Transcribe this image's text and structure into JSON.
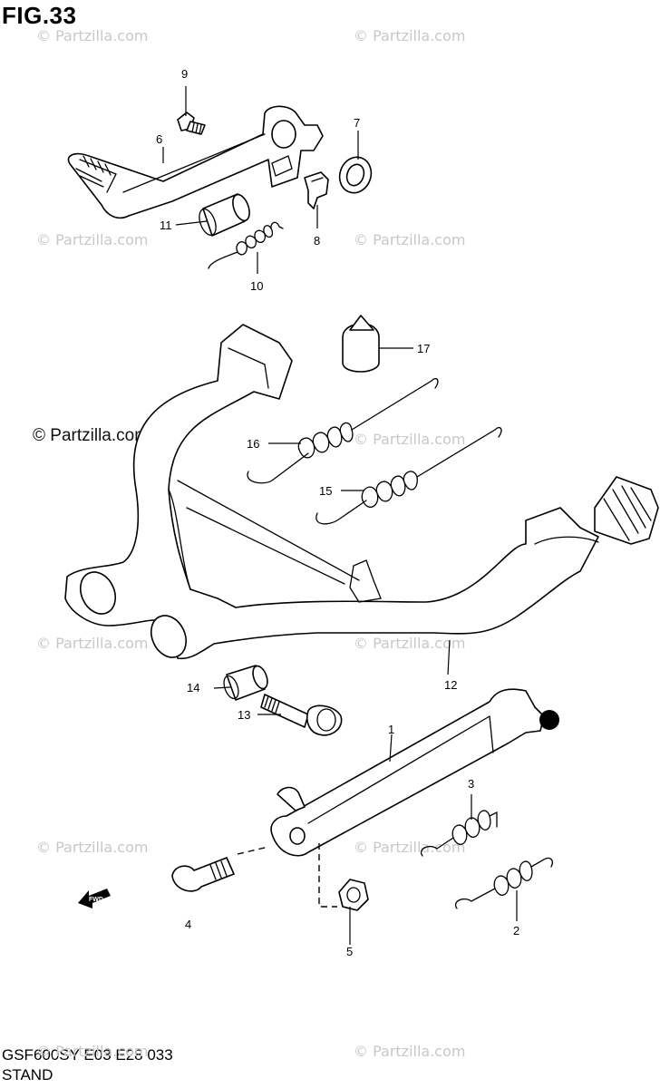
{
  "figure": {
    "title": "FIG.33"
  },
  "footer": {
    "model_code": "GSF600SY E03 E28 033",
    "section_name": "STAND"
  },
  "watermark": {
    "text": "© Partzilla.com",
    "visible_text": "© Partzilla.com"
  },
  "fwd_arrow": {
    "label": "FWD"
  },
  "parts": [
    {
      "label": "1"
    },
    {
      "label": "2"
    },
    {
      "label": "3"
    },
    {
      "label": "4"
    },
    {
      "label": "5"
    },
    {
      "label": "6"
    },
    {
      "label": "7"
    },
    {
      "label": "8"
    },
    {
      "label": "9"
    },
    {
      "label": "10"
    },
    {
      "label": "11"
    },
    {
      "label": "12"
    },
    {
      "label": "13"
    },
    {
      "label": "14"
    },
    {
      "label": "15"
    },
    {
      "label": "16"
    },
    {
      "label": "17"
    }
  ],
  "colors": {
    "line": "#000000",
    "background": "#ffffff",
    "watermark": "#c8c8c8"
  }
}
